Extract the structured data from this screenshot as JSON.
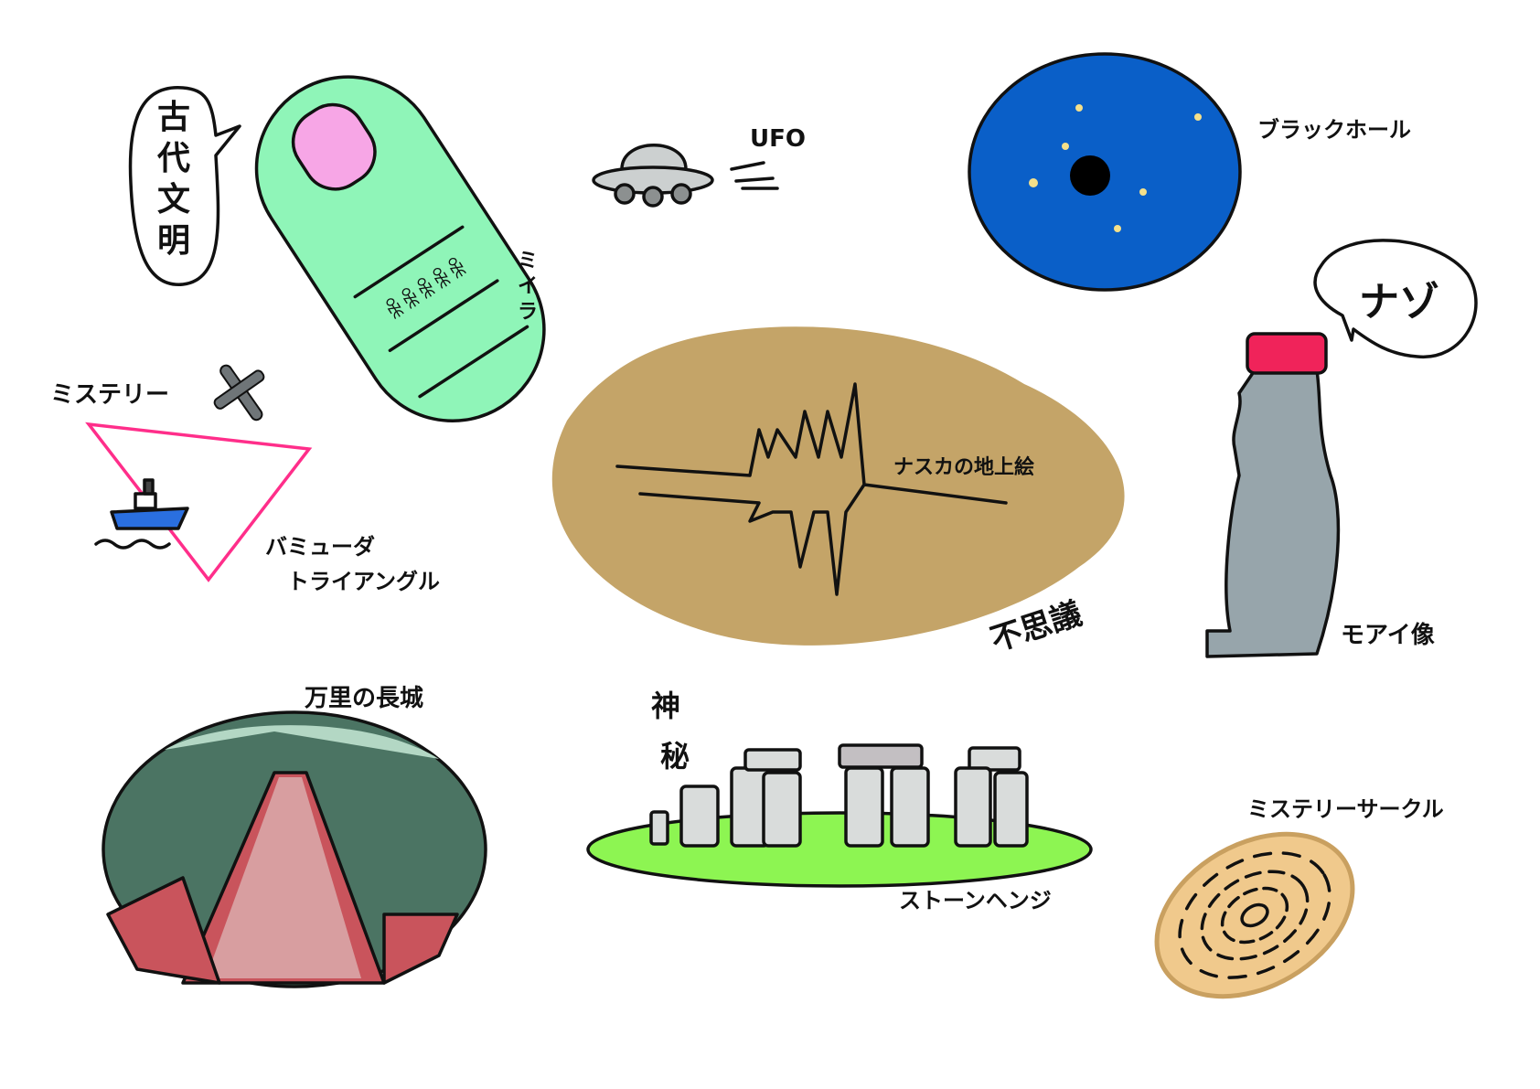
{
  "labels": {
    "ancient": [
      "古",
      "代",
      "文",
      "明"
    ],
    "mummy": [
      "ミ",
      "イ",
      "ラ"
    ],
    "ufo": "UFO",
    "black_hole": "ブラックホール",
    "nazo": "ナゾ",
    "mystery": "ミステリー",
    "bermuda_1": "バミューダ",
    "bermuda_2": "トライアングル",
    "nazca": "ナスカの地上絵",
    "fushigi": "不思議",
    "moai": "モアイ像",
    "great_wall": "万里の長城",
    "shinpi": [
      "神",
      "秘"
    ],
    "stonehenge": "ストーンヘンジ",
    "crop_circle": "ミステリーサークル"
  },
  "colors": {
    "mummy": "#8ff5b8",
    "black_hole": "#0a5fc8",
    "nazca": "#c4a468",
    "moai": "#97a5ab",
    "moai_hat": "#f0235a",
    "triangle": "#ff2e8a",
    "grass": "#8df552",
    "crop": "#f0c98c",
    "wall": "#c9545c",
    "mountain": "#4b7463"
  }
}
